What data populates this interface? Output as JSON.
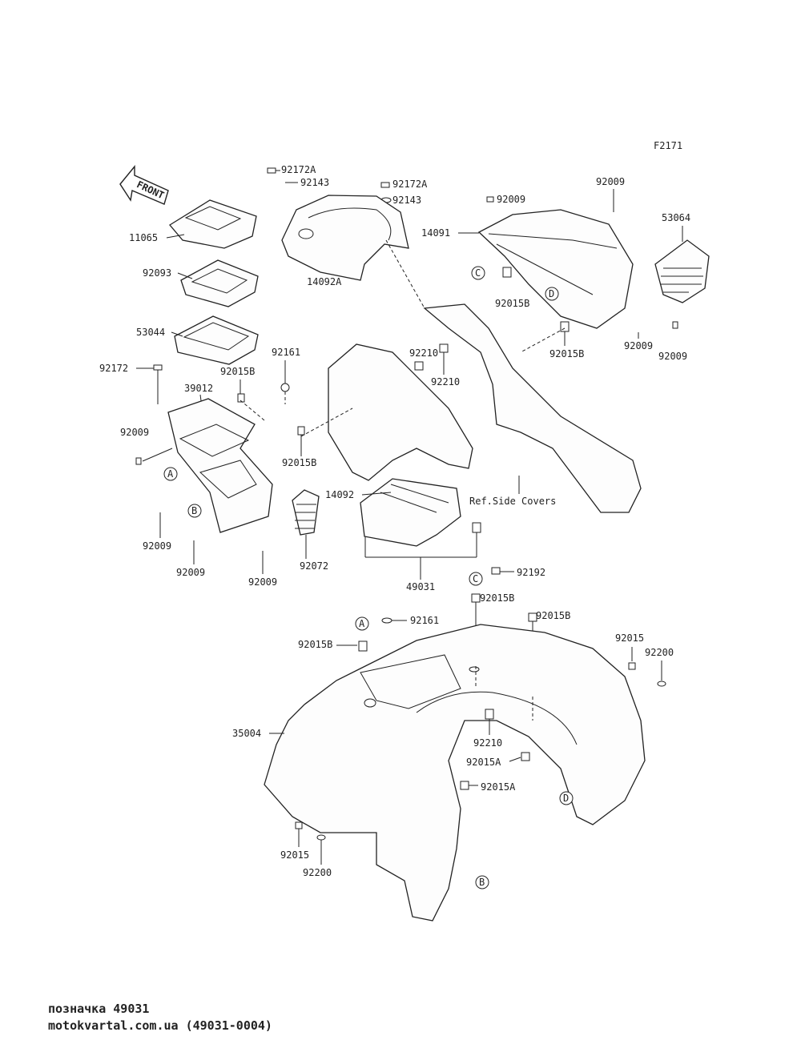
{
  "figure_code": "F2171",
  "front_label": "FRONT",
  "ref_note": "Ref.Side Covers",
  "callouts": [
    "A",
    "B",
    "C",
    "D"
  ],
  "part_labels": {
    "p11065": "11065",
    "p92093": "92093",
    "p53044": "53044",
    "p92172": "92172",
    "p39012": "39012",
    "p92015B_a": "92015B",
    "p92161_a": "92161",
    "p92009_a": "92009",
    "p92015B_b": "92015B",
    "p92009_b": "92009",
    "p92009_c": "92009",
    "p92009_d": "92009",
    "p92072": "92072",
    "p92172A_a": "92172A",
    "p92143_a": "92143",
    "p92172A_b": "92172A",
    "p92143_b": "92143",
    "p14092A": "14092A",
    "p92009_e": "92009",
    "p92009_f": "92009",
    "p14091": "14091",
    "p53064": "53064",
    "p92015B_c": "92015B",
    "p92015B_d": "92015B",
    "p92009_g": "92009",
    "p92009_h": "92009",
    "p92210_a": "92210",
    "p92210_b": "92210",
    "p14092": "14092",
    "p49031": "49031",
    "p92192": "92192",
    "p92015B_e": "92015B",
    "p92161_b": "92161",
    "p92015B_f": "92015B",
    "p92015B_g": "92015B",
    "p92015_a": "92015",
    "p92200_a": "92200",
    "p35004": "35004",
    "p92210_c": "92210",
    "p92015A_a": "92015A",
    "p92015A_b": "92015A",
    "p92015_b": "92015",
    "p92200_b": "92200"
  },
  "footer": {
    "title": "позначка 49031",
    "subtitle": "motokvartal.com.ua (49031-0004)"
  }
}
